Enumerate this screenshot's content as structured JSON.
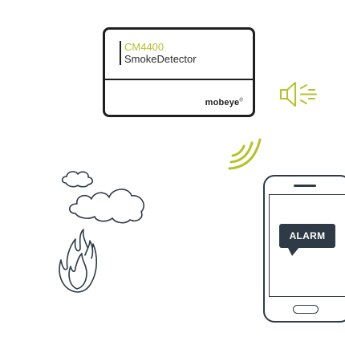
{
  "device": {
    "model": "CM4400",
    "product": "SmokeDetector",
    "brand": "mobeye",
    "brand_mark": "®"
  },
  "phone": {
    "alert_text": "ALARM"
  },
  "icons": {
    "speaker": "speaker-icon",
    "wireless": "wireless-signal-icon",
    "smoke": "smoke-cloud-icon",
    "fire": "fire-flame-icon",
    "phone": "smartphone-icon"
  },
  "colors": {
    "accent": "#b5c32a",
    "outline": "#2e3b46",
    "device_outline": "#1f1f1f"
  }
}
